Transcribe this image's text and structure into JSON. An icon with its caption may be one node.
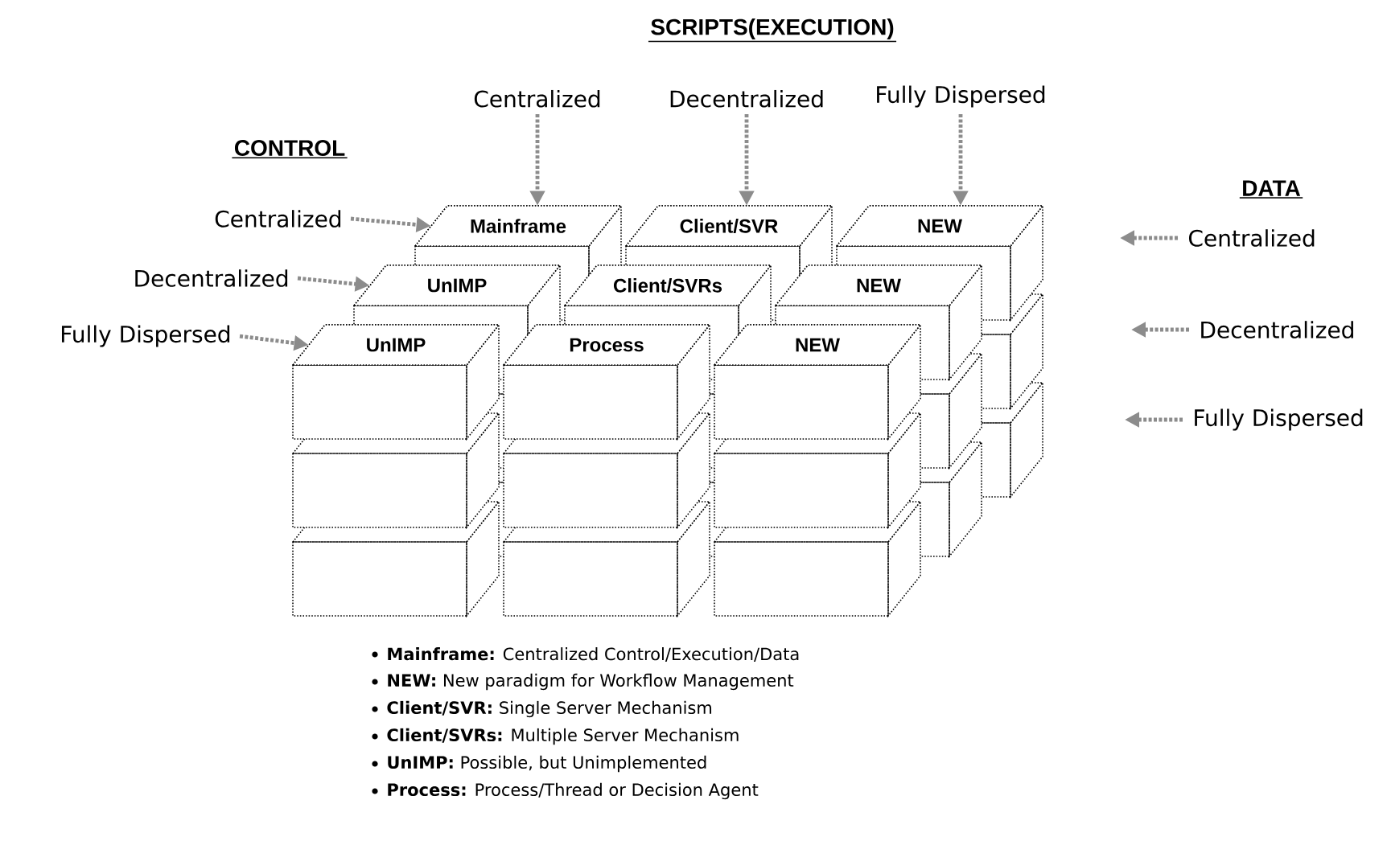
{
  "diagram": {
    "nodes": [
      {
        "text": [
          "Mainframe"
        ]
      },
      {
        "text": [
          "Client/SVR"
        ]
      },
      {
        "text": [
          "NEW"
        ]
      },
      {
        "text": [
          "UnIMP"
        ]
      },
      {
        "text": [
          "Client/SVRs"
        ]
      },
      {
        "text": [
          "NEW"
        ]
      },
      {
        "text": [
          "UnIMP"
        ]
      },
      {
        "text": [
          "Process"
        ]
      },
      {
        "text": [
          "NEW"
        ]
      },
      {
        "text": [
          "Centralized"
        ]
      },
      {
        "text": [
          "Decentralized"
        ]
      },
      {
        "text": [
          "Fully Dispersed"
        ]
      },
      {
        "text": [
          "Centralized"
        ]
      },
      {
        "text": [
          "Decentralized"
        ]
      },
      {
        "text": [
          "Fully Dispersed"
        ]
      },
      {
        "text": [
          "Centralized"
        ]
      },
      {
        "text": [
          "Decentralized"
        ]
      },
      {
        "text": [
          "Fully Dispersed"
        ]
      }
    ],
    "edges": [
      {
        "from": 9,
        "to": 0,
        "arrow": "to"
      },
      {
        "from": 10,
        "to": 1,
        "arrow": "to"
      },
      {
        "from": 11,
        "to": 2,
        "arrow": "to"
      },
      {
        "from": 12,
        "to": 0,
        "arrow": "to"
      },
      {
        "from": 13,
        "to": 3,
        "arrow": "to"
      },
      {
        "from": 14,
        "to": 6,
        "arrow": "to"
      },
      {
        "from": 15,
        "to": null,
        "arrow": "to"
      },
      {
        "from": 16,
        "to": null,
        "arrow": "to"
      },
      {
        "from": 17,
        "to": null,
        "arrow": "to"
      }
    ],
    "labels": [
      "SCRIPTS(EXECUTION)",
      "CONTROL",
      "DATA",
      "**Mainframe:** Centralized Control/Execution/Data",
      "**NEW:** New paradigm for Workflow Management",
      "**Client/SVR:** Single Server Mechanism",
      "**Client/SVRs:** Multiple Server Mechanism",
      "**UnIMP:** Possible, but Unimplemented",
      "**Process:** Process/Thread or Decision Agent"
    ]
  }
}
